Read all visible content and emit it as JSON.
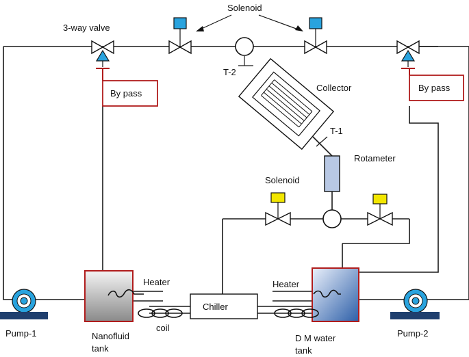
{
  "labels": {
    "solenoid_top": "Solenoid",
    "three_way_valve": "3-way valve",
    "t2": "T-2",
    "collector": "Collector",
    "t1": "T-1",
    "rotameter": "Rotameter",
    "solenoid_mid": "Solenoid",
    "bypass_left": "By pass",
    "bypass_right": "By pass",
    "heater_left": "Heater",
    "heater_right": "Heater",
    "chiller": "Chiller",
    "coil": "coil",
    "pump1": "Pump-1",
    "pump2": "Pump-2",
    "nanofluid_tank_line1": "Nanofluid",
    "nanofluid_tank_line2": "tank",
    "dm_tank_line1": "D M water",
    "dm_tank_line2": "tank"
  },
  "colors": {
    "solenoid_top": "#29a3de",
    "solenoid_mid": "#f2e600",
    "three_way_valve": "#29a3de",
    "bypass_border": "#b01c1c",
    "tank_border": "#b01c1c",
    "rotameter": "#b8c8e4",
    "pump_ring": "#29a3de",
    "pump_base": "#1f3f6e"
  },
  "icons": [
    "three-way-valve-icon",
    "solenoid-valve-icon",
    "pump-icon",
    "rotameter-icon",
    "heater-icon",
    "coil-icon"
  ]
}
